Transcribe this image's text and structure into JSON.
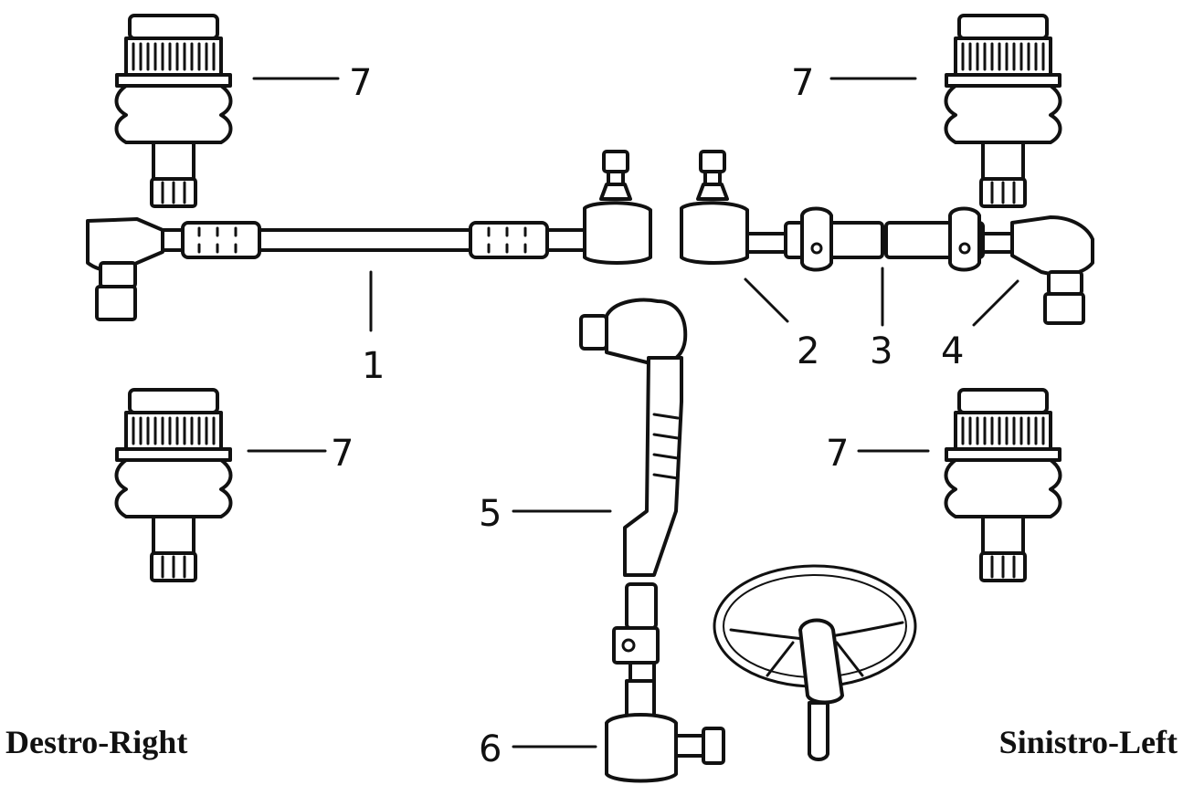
{
  "labels": {
    "left_side": "Destro-Right",
    "right_side": "Sinistro-Left"
  },
  "callouts": {
    "tie_rod_left": "1",
    "tie_rod_inner_end": "2",
    "adjusting_sleeve": "3",
    "tie_rod_outer_end": "4",
    "drag_link": "5",
    "drag_link_end": "6",
    "ball_joint_top_left": "7",
    "ball_joint_top_right": "7",
    "ball_joint_bottom_left": "7",
    "ball_joint_bottom_right": "7"
  },
  "colors": {
    "line": "#111111",
    "background": "#ffffff"
  }
}
